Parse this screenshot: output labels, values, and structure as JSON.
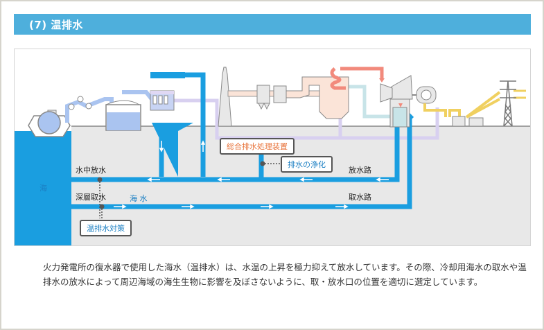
{
  "section": {
    "title": "(7) 温排水"
  },
  "diagram": {
    "labels": {
      "sea": "海",
      "underwater_discharge": "水中放水",
      "deep_intake": "深層取水",
      "seawater": "海 水",
      "discharge_channel": "放水路",
      "intake_channel": "取水路"
    },
    "callouts": {
      "wastewater_treatment": "総合排水処理装置",
      "wastewater_purification": "排水の浄化",
      "thermal_effluent_measures": "温排水対策"
    },
    "colors": {
      "header": "#4eafdc",
      "sea": "#1a9ee0",
      "water_pipe": "#1a9ee0",
      "ground": "#e8e8e8",
      "steam_pipe": "#f28a7c",
      "power_line": "#f0d060",
      "exhaust_pipe": "#d8d0f0",
      "callout_orange": "#e8743c",
      "callout_blue": "#1b7fc3"
    },
    "icons": [
      "tanker-ship-icon",
      "unloading-arm-icon",
      "fuel-tank-icon",
      "condenser-pump-icon",
      "chimney-icon",
      "electrostatic-precipitator-icon",
      "boiler-icon",
      "steam-turbine-icon",
      "generator-icon",
      "transformer-icon",
      "transmission-tower-icon"
    ]
  },
  "description": "火力発電所の復水器で使用した海水（温排水）は、水温の上昇を極力抑えて放水しています。その際、冷却用海水の取水や温排水の放水によって周辺海域の海生生物に影響を及ぼさないように、取・放水口の位置を適切に選定しています。"
}
